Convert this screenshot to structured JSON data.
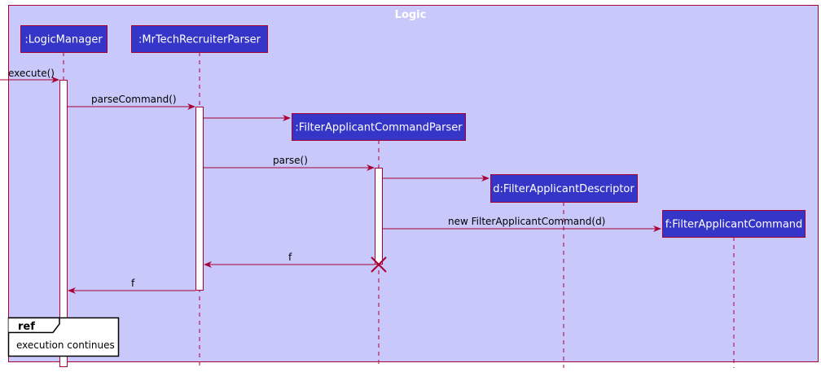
{
  "frame": {
    "title": "Logic"
  },
  "participants": {
    "logic_manager": ":LogicManager",
    "parser": ":MrTechRecruiterParser",
    "filter_parser": ":FilterApplicantCommandParser",
    "descriptor": "d:FilterApplicantDescriptor",
    "command": "f:FilterApplicantCommand"
  },
  "messages": {
    "execute": "execute()",
    "parse_command": "parseCommand()",
    "parse": "parse()",
    "new_command": "new FilterApplicantCommand(d)",
    "return_f_1": "f",
    "return_f_2": "f"
  },
  "ref": {
    "label": "ref",
    "text": "execution continues"
  },
  "colors": {
    "frame_bg": "#c8c8fa",
    "frame_border": "#a80036",
    "participant_fill": "#3535c8",
    "participant_border": "#a80036",
    "arrow": "#a80036",
    "activation_fill": "#ffffff"
  }
}
